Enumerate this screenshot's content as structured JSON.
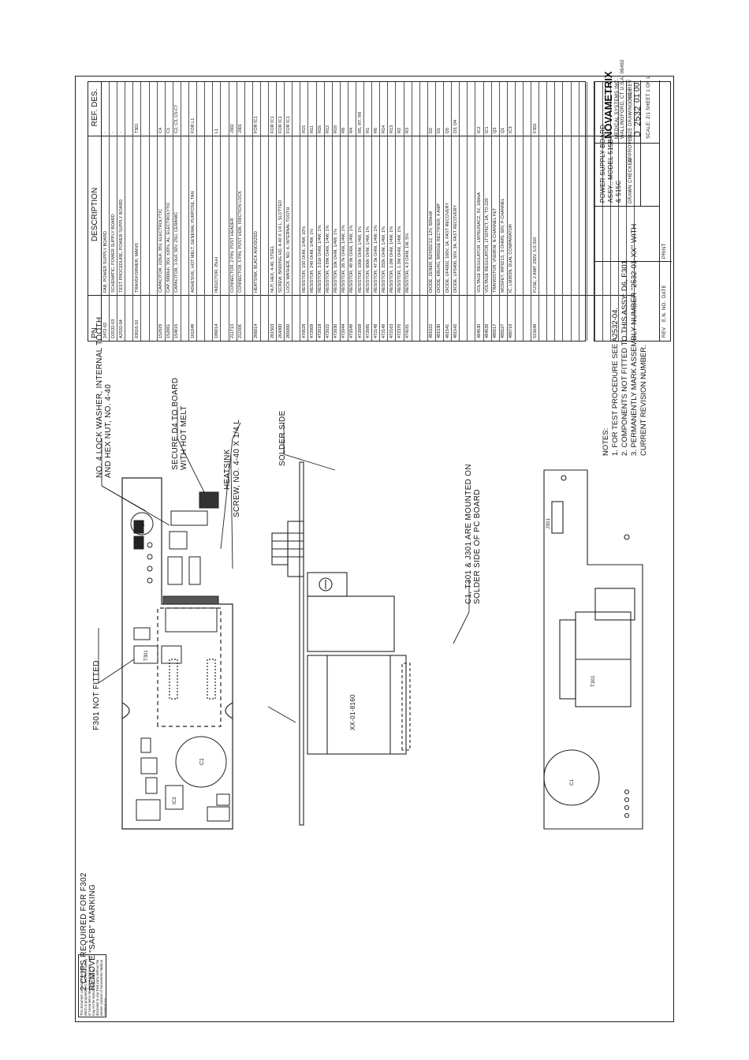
{
  "notes": {
    "title": "NOTES:",
    "items": [
      "1.  FOR TEST PROCEDURE SEE A2532-04.",
      "2.  COMPONENTS NOT FITTED TO THIS ASSY: D6, F301",
      "3.  PERMANENTLY MARK ASSEMBLY NUMBER \"2532-01-XX\" WITH",
      "     CURRENT REVISION NUMBER."
    ]
  },
  "callouts": {
    "clips": "2 CLIPS REQUIRED FOR F302",
    "clips2": "REMOVE \"SAFB\" MARKING",
    "f301": "F301 NOT FITTED",
    "lockwasher": "NO. 4 LOCK WASHER, INTERNAL TOOTH",
    "lockwasher2": "AND HEX NUT, NO. 4-40",
    "secure": "SECURE D4 TO BOARD",
    "secure2": "WITH HOT MELT",
    "heatsink": "HEATSINK",
    "screw": "SCREW, NO. 4-40 X 1/4 L",
    "solder_side": "SOLDER SIDE",
    "mounted": "C1, T301 & J301 ARE MOUNTED ON",
    "mounted2": "SOLDER SIDE OF PC BOARD",
    "transformer_label": "XX-01-8160",
    "t301": "T301",
    "c1": "C1",
    "j301": "J301"
  },
  "parts_table": {
    "headers": [
      "PN",
      "DESCRIPTION",
      "REF. DES."
    ],
    "rows": [
      [
        "2472-02",
        "FAB, POWER SUPPLY BOARD",
        "-"
      ],
      [
        "D2532-03",
        "SCHEMATIC, POWER SUPPLY BOARD",
        "-"
      ],
      [
        "A2532-04",
        "TEST PROCEDURE, POWER SUPPLY BOARD",
        "-"
      ],
      [
        "",
        "",
        ""
      ],
      [
        "03016-10",
        "TRANSFORMER, MAINS",
        "T301"
      ],
      [
        "",
        "",
        ""
      ],
      [
        "",
        "",
        ""
      ],
      [
        "152029",
        "CAPACITOR, 220uF, 35V, ELECTROLYTIC",
        "C4"
      ],
      [
        "152061",
        "CAP, 6800uF, 35V, ±20%, AL, ELECTROLYTIC",
        "C1"
      ],
      [
        "154015",
        "CAPACITOR, 1.0uF, 50V, Z5U, CERAMIC",
        "C2, C3, C5-C7"
      ],
      [
        "",
        "",
        ""
      ],
      [
        "161049",
        "ADHESIVE, HOT MELT, GENERAL PURPOSE, TAN",
        "FOR L1"
      ],
      [
        "",
        "",
        ""
      ],
      [
        "",
        "",
        ""
      ],
      [
        "186014",
        "INDUCTOR, 25uH",
        "L1"
      ],
      [
        "",
        "",
        ""
      ],
      [
        "211713",
        "CONNECTOR, 2 PIN, POST HEADER",
        "J302"
      ],
      [
        "211505",
        "CONNECTOR, 5 PIN, POST HDR, FRICTION LOCK",
        "J301"
      ],
      [
        "",
        "",
        ""
      ],
      [
        "266014",
        "HEATSINK, BLACK ANODIZED",
        "FOR IC1"
      ],
      [
        "",
        "",
        ""
      ],
      [
        "261503",
        "NUT, HEX, 4-40, STEEL",
        "FOR IC1"
      ],
      [
        "264300",
        "SCREW, BINDING HD, 4-40 X 1/4 L, SLOTTED",
        "FOR IC1"
      ],
      [
        "265000",
        "LOCK WASHER, NO. 4, INTERNAL TOOTH",
        "FOR IC1"
      ],
      [
        "",
        "",
        ""
      ],
      [
        "470028",
        "RESISTOR, 150 OHM, 1/4W, 10%",
        "R15"
      ],
      [
        "472009",
        "RESISTOR, 249 OHM, 1/4W, 1%",
        "R11"
      ],
      [
        "472018",
        "RESISTOR, 3.01k OHM, 1/4W, 1%",
        "R16"
      ],
      [
        "472022",
        "RESISTOR, 4.99k OHM, 1/4W, 1%",
        "R12"
      ],
      [
        "472030",
        "RESISTOR, 10k OHM, 1/4W, 1%",
        "R10"
      ],
      [
        "472044",
        "RESISTOR, 28.7k OHM, 1/4W, 1%",
        "R8"
      ],
      [
        "472049",
        "RESISTOR, 49.9k OHM, 1/4W, 1%",
        "R4"
      ],
      [
        "472058",
        "RESISTOR, 100k OHM, 1/4W, 1%",
        "R5, R7, R9"
      ],
      [
        "472085",
        "RESISTOR, 600k OHM, 1/4W, 1%",
        "R1"
      ],
      [
        "472148",
        "RESISTOR, 47.5k OHM, 1/4W, 1%",
        "R6"
      ],
      [
        "472149",
        "RESISTOR, 332k OHM, 1/4W, 1%",
        "R14"
      ],
      [
        "472163",
        "RESISTOR, 1.0M OHM, 1/4W, 1%",
        "R13"
      ],
      [
        "472370",
        "RESISTOR, 1.3M OHM, 1/4W, 1%",
        "R2"
      ],
      [
        "474181",
        "RESISTOR, 4.3 OHM, 1W, 5%",
        "R3"
      ],
      [
        "",
        "",
        ""
      ],
      [
        "",
        "",
        ""
      ],
      [
        "481022",
        "DIODE, ZENER, BZX55C12, 12V, 500mW",
        "D2"
      ],
      [
        "481530",
        "DIODE, KBU4G, BRIDGE RECTIFIER, 4 AMP",
        "D1"
      ],
      [
        "481541",
        "DIODE, UF4002, 100V, 1A, FAST RECOVERY",
        "D5"
      ],
      [
        "481542",
        "DIODE, UF5400, 50V, 3A, FAST RECOVERY",
        "D3, D4"
      ],
      [
        "",
        "",
        ""
      ],
      [
        "",
        "",
        ""
      ],
      [
        "484530",
        "VOLTAGE REGULATOR, LM78L05ACZ, 5V, 100mA",
        "IC2"
      ],
      [
        "484539",
        "VOLTAGE REGULATOR, LT1076CT, 2A, TO-220",
        "IC1"
      ],
      [
        "485517",
        "TRANSISTOR, VN10KM, N-CHANNEL FET",
        "Q3"
      ],
      [
        "485527",
        "MOSFET, IRF9Z13, .5 OHMS, 60V, P-CHANNEL",
        "Q1"
      ],
      [
        "486719",
        "IC, LM393N, DUAL COMPARATOR",
        "IC3"
      ],
      [
        "",
        "",
        ""
      ],
      [
        "",
        "",
        ""
      ],
      [
        "515048",
        "FUSE, 2 AMP, 250V, 5.0-310",
        "F302"
      ],
      [
        "",
        "",
        ""
      ],
      [
        "",
        "",
        ""
      ],
      [
        "",
        "",
        ""
      ],
      [
        "",
        "",
        ""
      ],
      [
        "",
        "",
        ""
      ],
      [
        "",
        "",
        ""
      ],
      [
        "",
        "",
        ""
      ],
      [
        "",
        "",
        ""
      ],
      [
        "",
        "",
        ""
      ],
      [
        "",
        "",
        ""
      ],
      [
        "",
        "",
        ""
      ],
      [
        "",
        "",
        ""
      ]
    ]
  },
  "title_block": {
    "company": "NOVAMETRIX",
    "company_sub": "MEDICAL SYSTEMS INC.",
    "company_city": "WALLINGFORD, CT U.S.A. 06492",
    "title1": "POWER SUPPLY BOARD",
    "title2": "ASSY., MODEL 515B",
    "title3": "& 515C",
    "size_label": "SIZE",
    "size": "D",
    "drawing_no_label": "DRAWING NO.",
    "drawing_no": "2532",
    "code_label": "CODE",
    "code": "01",
    "rev_label": "REV",
    "rev": "00",
    "drawn_label": "DRAWN",
    "checked_label": "CHECKED",
    "approved_label": "APPROVED",
    "scale": "SCALE: 2/1",
    "sheet": "SHEET 1 OF 1",
    "rev_col": "REV",
    "ecn_col": "E.N. NO.",
    "date_col": "DATE",
    "print_label": "PRINT"
  },
  "disclaimer": "This document contains information which is proprietary to and the property of Novametrix Medical Systems Inc., and may not be reproduced, used or disclosed to any third party without the written consent of Novametrix Medical Systems Inc."
}
